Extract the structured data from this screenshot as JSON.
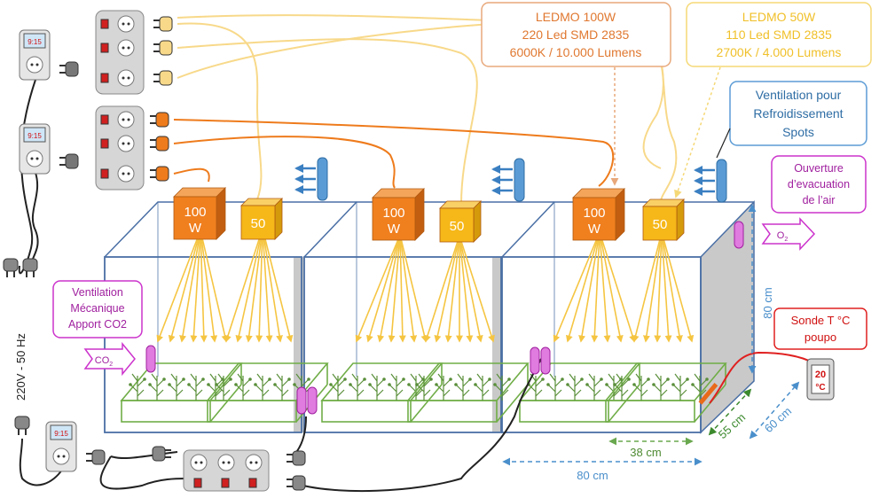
{
  "callouts": {
    "ledmo100": {
      "line1": "LEDMO 100W",
      "line2": "220 Led SMD 2835",
      "line3": "6000K / 10.000 Lumens"
    },
    "ledmo50": {
      "line1": "LEDMO 50W",
      "line2": "110 Led SMD 2835",
      "line3": "2700K / 4.000 Lumens"
    },
    "ventilation_spots": {
      "line1": "Ventilation  pour",
      "line2": "Refroidissement",
      "line3": "Spots"
    },
    "exhaust": {
      "line1": "Ouverture",
      "line2": "d’evacuation",
      "line3": "de l’air"
    },
    "ventilation_co2": {
      "line1": "Ventilation",
      "line2": "Mécanique",
      "line3": "Apport CO2"
    },
    "sonde": {
      "line1": "Sonde T °C",
      "line2": "poupo"
    }
  },
  "labels": {
    "co2": "CO",
    "co2_sub": "2",
    "o2": "O",
    "o2_sub": "2",
    "voltage": "220V - 50 Hz",
    "timer_time": "9:15",
    "thermo_value": "20",
    "thermo_unit": "°C"
  },
  "lamps": {
    "big": {
      "line1": "100",
      "line2": "W"
    },
    "small": "50"
  },
  "dimensions": {
    "height": "80 cm",
    "width": "80 cm",
    "tray": "38 cm",
    "depth_inner": "55 cm",
    "depth_outer": "60 cm"
  },
  "colors": {
    "tent": "#4a6fa5",
    "light_beam": "#f5c542",
    "lamp100": "#f07f1e",
    "lamp50": "#f6b719",
    "plug_yellow": "#f8d98a",
    "plug_orange": "#ee7b1c",
    "magenta": "#cc33cc",
    "fan_blue": "#3a7fc1",
    "plant_tray": "#70ad47",
    "sonde_red": "#e02020"
  }
}
